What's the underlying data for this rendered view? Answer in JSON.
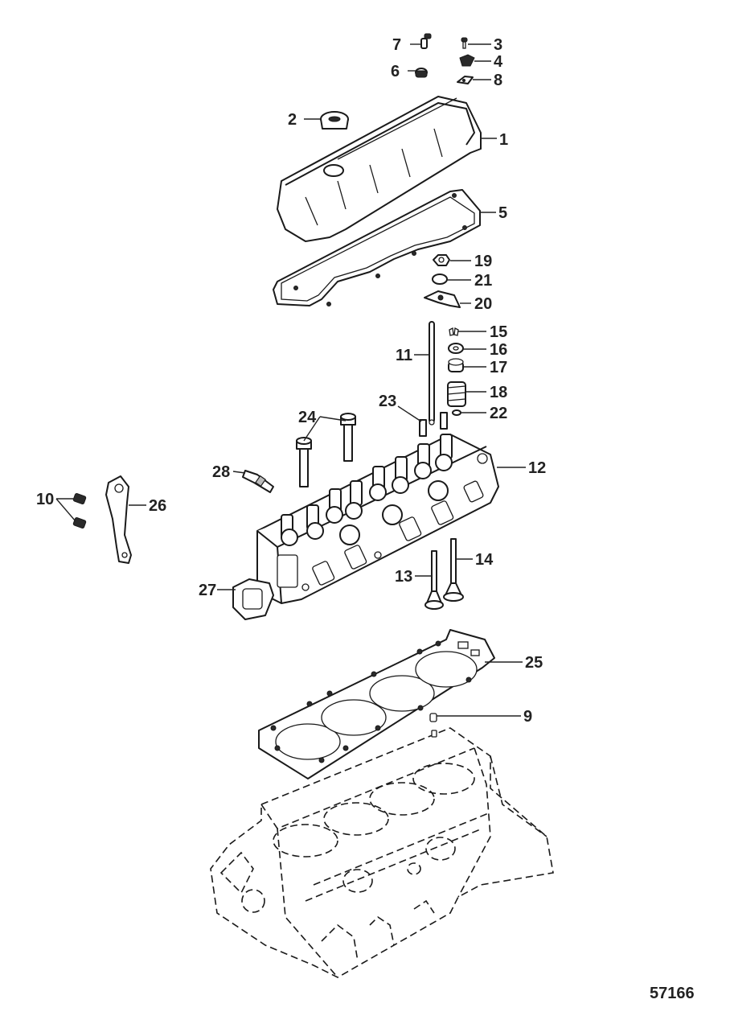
{
  "figure_number": "57166",
  "callouts": [
    {
      "id": "c1",
      "label": "1"
    },
    {
      "id": "c2",
      "label": "2"
    },
    {
      "id": "c3",
      "label": "3"
    },
    {
      "id": "c4",
      "label": "4"
    },
    {
      "id": "c5",
      "label": "5"
    },
    {
      "id": "c6",
      "label": "6"
    },
    {
      "id": "c7",
      "label": "7"
    },
    {
      "id": "c8",
      "label": "8"
    },
    {
      "id": "c9",
      "label": "9"
    },
    {
      "id": "c10",
      "label": "10"
    },
    {
      "id": "c11",
      "label": "11"
    },
    {
      "id": "c12",
      "label": "12"
    },
    {
      "id": "c13",
      "label": "13"
    },
    {
      "id": "c14",
      "label": "14"
    },
    {
      "id": "c15",
      "label": "15"
    },
    {
      "id": "c16",
      "label": "16"
    },
    {
      "id": "c17",
      "label": "17"
    },
    {
      "id": "c18",
      "label": "18"
    },
    {
      "id": "c19",
      "label": "19"
    },
    {
      "id": "c20",
      "label": "20"
    },
    {
      "id": "c21",
      "label": "21"
    },
    {
      "id": "c22",
      "label": "22"
    },
    {
      "id": "c23",
      "label": "23"
    },
    {
      "id": "c24",
      "label": "24"
    },
    {
      "id": "c25",
      "label": "25"
    },
    {
      "id": "c26",
      "label": "26"
    },
    {
      "id": "c27",
      "label": "27"
    },
    {
      "id": "c28",
      "label": "28"
    }
  ]
}
